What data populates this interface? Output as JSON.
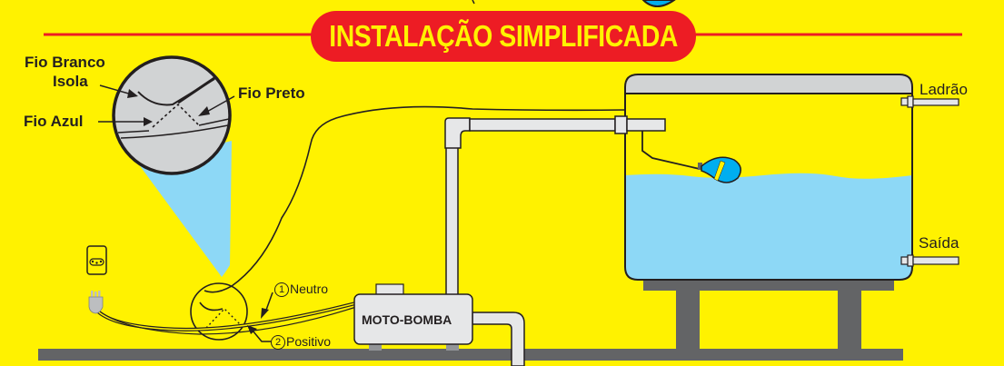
{
  "title": "INSTALAÇÃO SIMPLIFICADA",
  "colors": {
    "background": "#fff200",
    "banner": "#ed1c24",
    "banner_text": "#fff200",
    "water": "#8dd8f6",
    "pipe": "#e6e7e8",
    "tank_lid": "#d1d3d4",
    "ground": "#636466",
    "float": "#00aeef"
  },
  "zoom_callout": {
    "labels": {
      "fio_branco": "Fio Branco",
      "isola": "Isola",
      "fio_azul": "Fio Azul",
      "fio_preto": "Fio Preto"
    }
  },
  "wiring": {
    "neutro": {
      "number": "1",
      "label": "Neutro"
    },
    "positivo": {
      "number": "2",
      "label": "Positivo"
    }
  },
  "pump": {
    "label": "MOTO-BOMBA"
  },
  "tank": {
    "ladrao": "Ladrão",
    "saida": "Saída"
  },
  "icons": [
    "wall-socket-icon",
    "power-plug-icon",
    "float-switch-icon"
  ]
}
